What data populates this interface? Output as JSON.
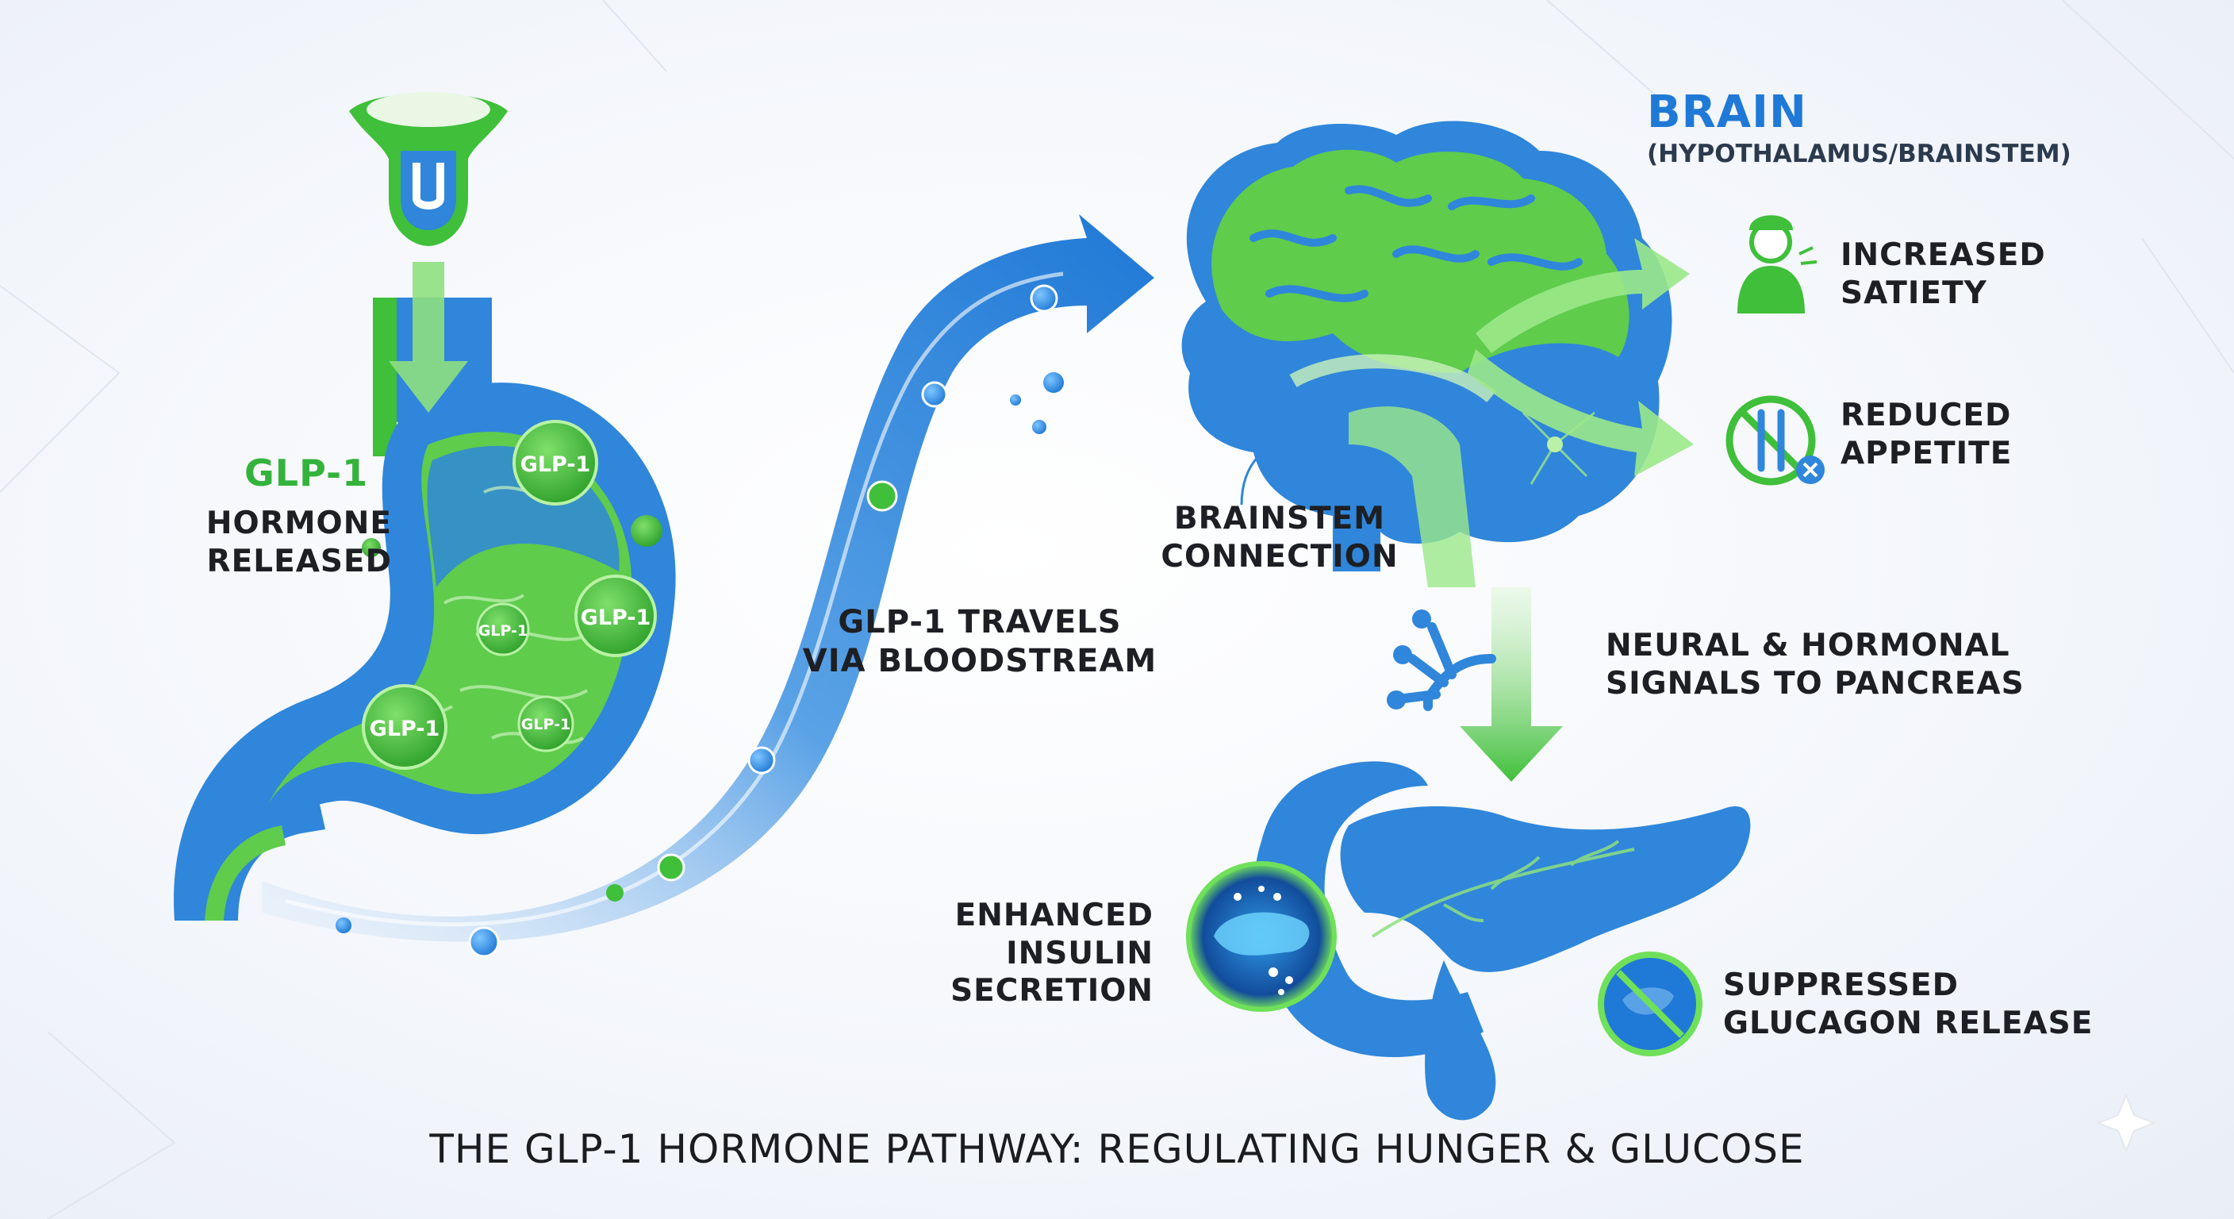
{
  "stomach": {
    "title": "GLP-1",
    "subtitle_line1": "HORMONE",
    "subtitle_line2": "RELEASED",
    "molecule_labels": [
      "GLP-1",
      "GLP-1",
      "GLP-1",
      "GLP-1",
      "GLP-1"
    ]
  },
  "bloodstream": {
    "line1": "GLP-1 TRAVELS",
    "line2": "VIA BLOODSTREAM"
  },
  "brain": {
    "title": "BRAIN",
    "subtitle": "(HYPOTHALAMUS/BRAINSTEM)",
    "connection_line1": "BRAINSTEM",
    "connection_line2": "CONNECTION"
  },
  "effects": {
    "satiety_line1": "INCREASED",
    "satiety_line2": "SATIETY",
    "appetite_line1": "REDUCED",
    "appetite_line2": "APPETITE"
  },
  "signals": {
    "line1": "NEURAL & HORMONAL",
    "line2": "SIGNALS TO PANCREAS"
  },
  "pancreas": {
    "insulin_line1": "ENHANCED",
    "insulin_line2": "INSULIN",
    "insulin_line3": "SECRETION",
    "glucagon_line1": "SUPPRESSED",
    "glucagon_line2": "GLUCAGON RELEASE"
  },
  "footer": {
    "caption": "THE GLP-1 HORMONE PATHWAY: REGULATING HUNGER & GLUCOSE"
  },
  "colors": {
    "blue": "#1f79d6",
    "green": "#3fbf3a",
    "light_green": "#8fe07a",
    "text": "#1d1f24"
  }
}
